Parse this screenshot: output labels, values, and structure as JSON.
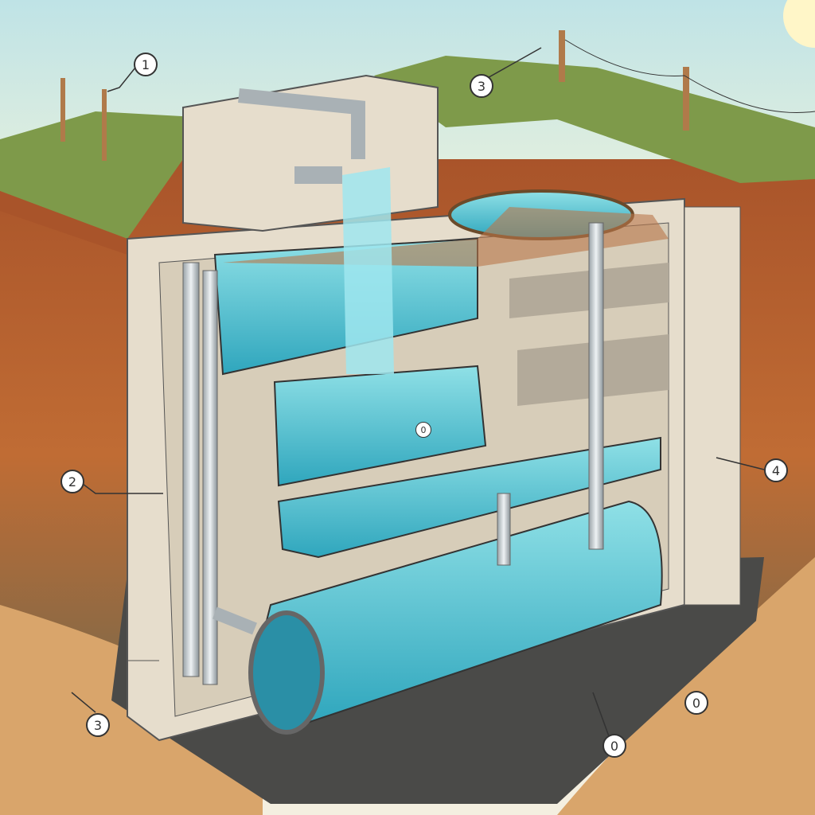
{
  "callouts": {
    "top_left": "1",
    "top_center": "3",
    "left": "2",
    "right": "4",
    "bottom_left": "3",
    "bottom_right": "0",
    "bottom_center": "0",
    "tank": "0"
  },
  "colors": {
    "sky": "#cfe8e6",
    "grass": "#7e9a4a",
    "soil": "#b8612e",
    "concrete": "#e6ddcc",
    "water": "#3fb8c9",
    "sand": "#d9a56b",
    "gravel": "#4a4a48"
  }
}
